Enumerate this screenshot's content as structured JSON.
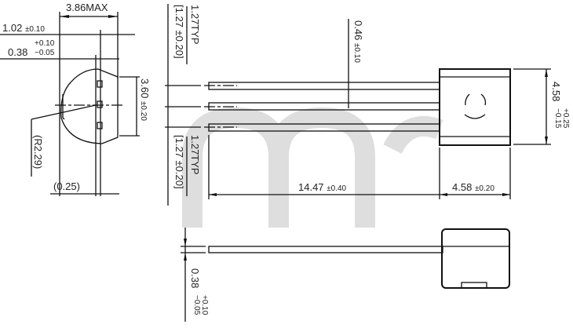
{
  "drawing": {
    "watermark_color": "#d8d8d8",
    "line_color": "#111111",
    "side_view": {
      "overall_width": "3.86MAX",
      "lead_pitch_width": {
        "value": "1.02",
        "tol": "±0.10"
      },
      "lead_thickness": {
        "value": "0.38",
        "tol_plus": "+0.10",
        "tol_minus": "−0.05"
      },
      "body_depth": {
        "value": "3.60",
        "tol": "±0.20"
      },
      "radius": "(R2.29)",
      "flat": "(0.25)"
    },
    "front_view": {
      "pitch_top": {
        "value": "1.27TYP",
        "tol": "[1.27 ±0.20]"
      },
      "pitch_bottom": {
        "value": "1.27TYP",
        "tol": "[1.27 ±0.20]"
      },
      "lead_width": {
        "value": "0.46",
        "tol": "±0.10"
      },
      "lead_length": {
        "value": "14.47",
        "tol": "±0.40"
      },
      "body_length": {
        "value": "4.58",
        "tol": "±0.20"
      },
      "body_height": {
        "value": "4.58",
        "tol_plus": "+0.25",
        "tol_minus": "−0.15"
      }
    },
    "bottom_view": {
      "lead_thickness": {
        "value": "0.38",
        "tol_plus": "+0.10",
        "tol_minus": "−0.05"
      }
    }
  }
}
